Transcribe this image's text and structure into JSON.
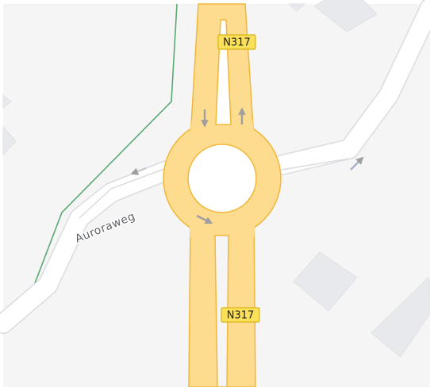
{
  "map": {
    "colors": {
      "background": "#f5f5f6",
      "major_road_fill": "#fddc8f",
      "major_road_casing": "#f2b739",
      "minor_road_fill": "#ffffff",
      "minor_road_casing": "#dadce0",
      "building": "#e8e9ec",
      "green_line": "#5aa973",
      "arrow": "#9e9e9e",
      "minor_arrow": "#a6b1c9",
      "shield_fill": "#fbe15a",
      "shield_border": "#d8b417",
      "shield_text": "#222222",
      "label_text": "#5f6368"
    },
    "shields": {
      "top": "N317",
      "bottom": "N317"
    },
    "street_label": "Auroraweg",
    "icons": {
      "lane_arrow": "arrow-icon",
      "direction_arrow": "chevron-arrow-icon"
    }
  }
}
